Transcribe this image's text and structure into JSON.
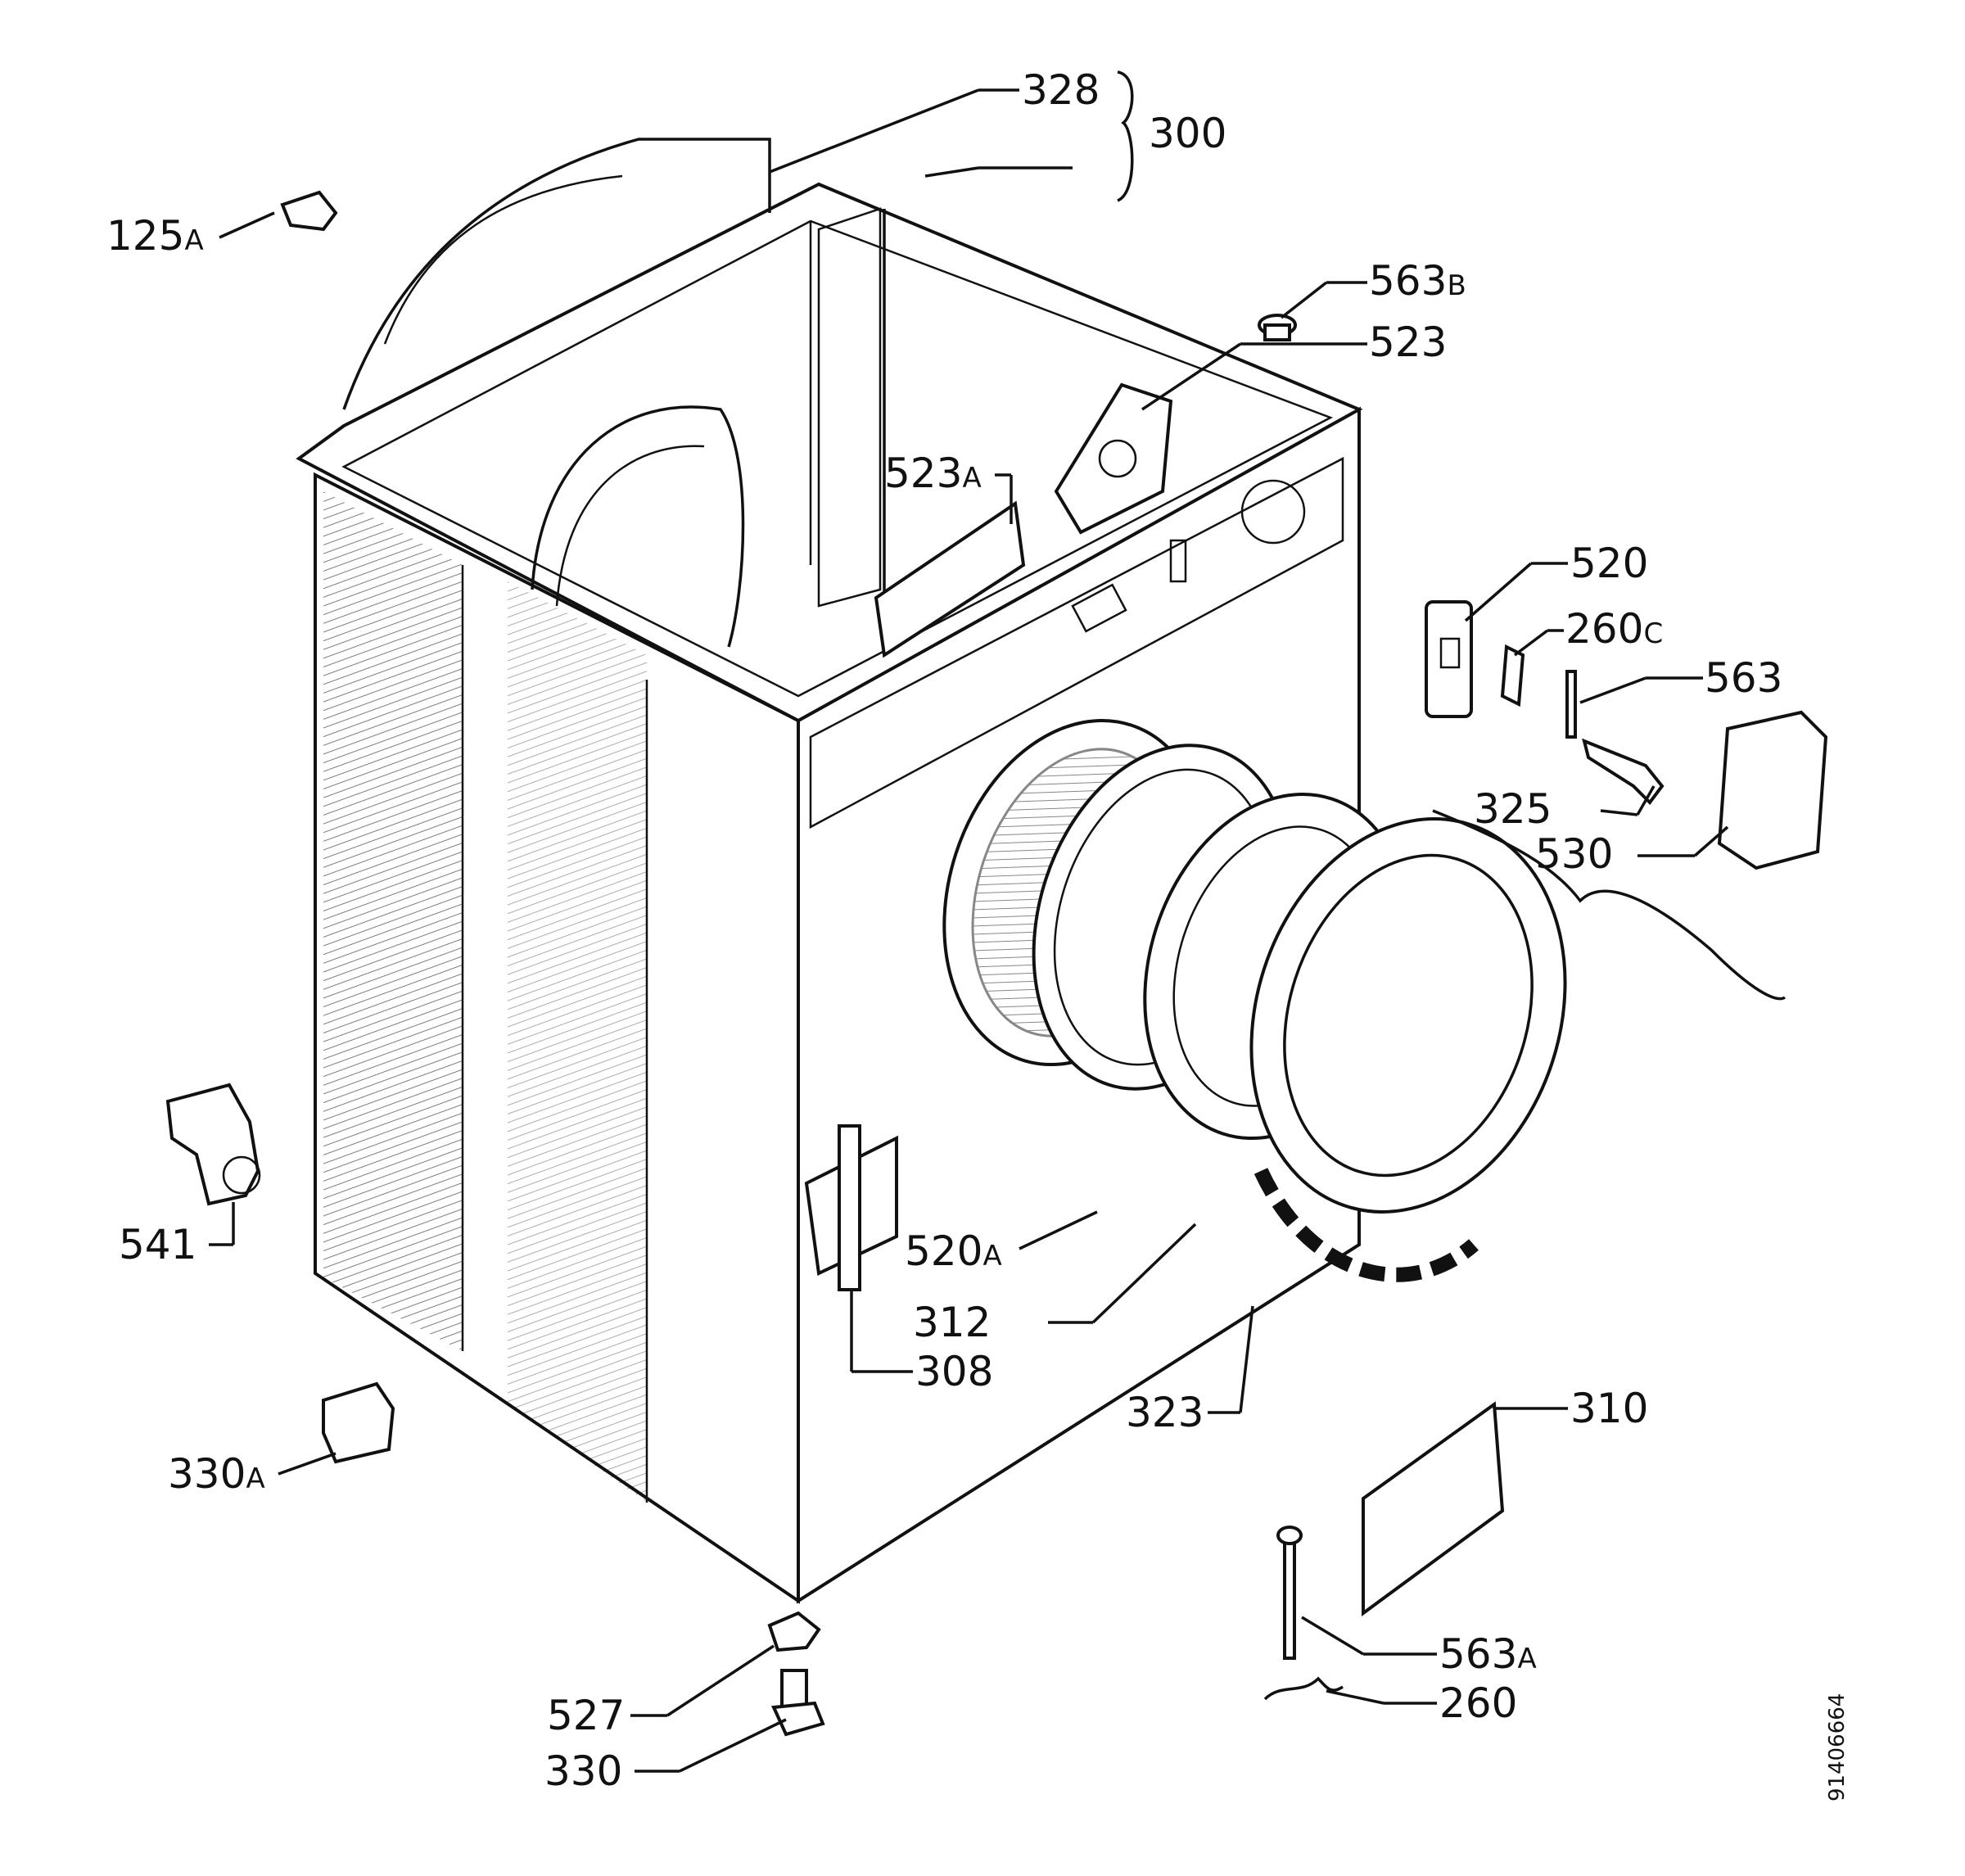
{
  "callouts": {
    "c328": "328",
    "c300": "300",
    "c125a_num": "125",
    "c125a_suf": "A",
    "c563b_num": "563",
    "c563b_suf": "B",
    "c523": "523",
    "c523a_num": "523",
    "c523a_suf": "A",
    "c520": "520",
    "c260c_num": "260",
    "c260c_suf": "C",
    "c563": "563",
    "c325": "325",
    "c530": "530",
    "c541": "541",
    "c520a_num": "520",
    "c520a_suf": "A",
    "c312": "312",
    "c308": "308",
    "c323": "323",
    "c310": "310",
    "c330a_num": "330",
    "c330a_suf": "A",
    "c563a_num": "563",
    "c563a_suf": "A",
    "c260": "260",
    "c527": "527",
    "c330": "330"
  },
  "drawing_ref": "91406664"
}
